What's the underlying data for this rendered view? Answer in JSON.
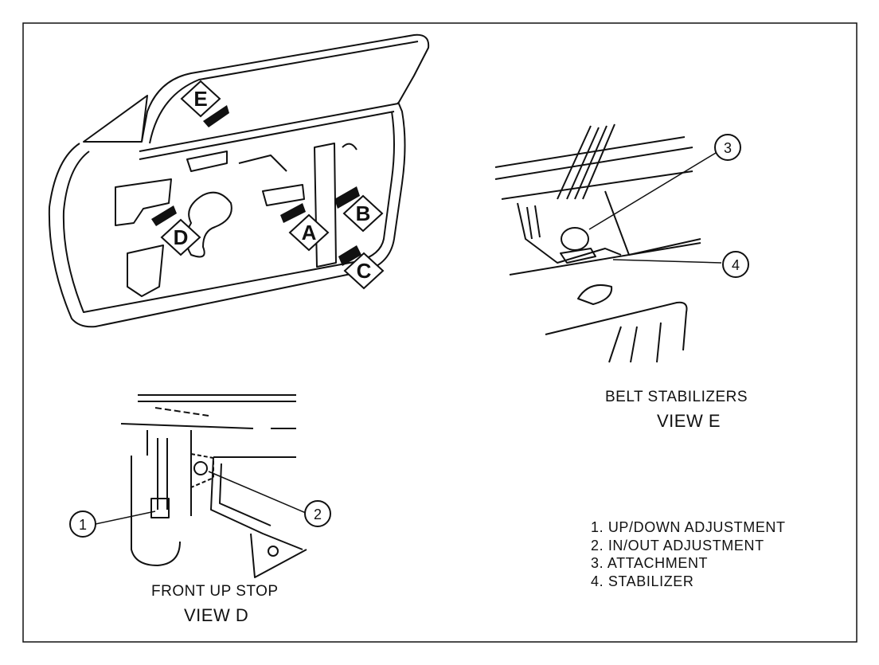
{
  "callouts": {
    "A": "A",
    "B": "B",
    "C": "C",
    "D": "D",
    "E": "E"
  },
  "numbers": [
    "1",
    "2",
    "3",
    "4"
  ],
  "view_e": {
    "caption": "BELT STABILIZERS",
    "view": "VIEW E"
  },
  "view_d": {
    "caption": "FRONT UP STOP",
    "view": "VIEW D"
  },
  "legend": [
    "1. UP/DOWN ADJUSTMENT",
    "2. IN/OUT ADJUSTMENT",
    "3. ATTACHMENT",
    "4. STABILIZER"
  ],
  "colors": {
    "ink": "#111111",
    "paper": "#ffffff"
  }
}
